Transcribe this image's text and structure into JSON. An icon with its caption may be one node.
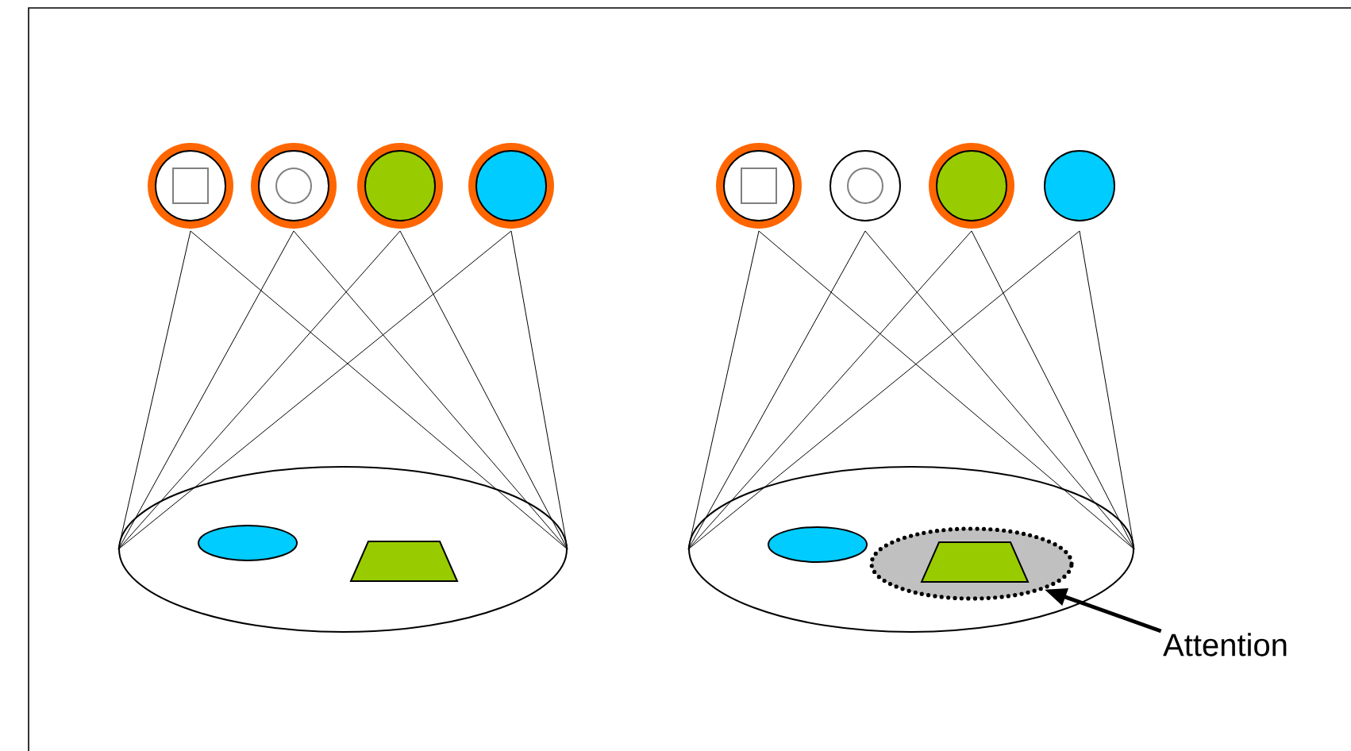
{
  "diagram": {
    "nodes": [
      {
        "text": [],
        "shape": "circle"
      },
      {
        "text": [],
        "shape": "circle"
      },
      {
        "text": [],
        "shape": "circle"
      },
      {
        "text": [],
        "shape": "circle"
      },
      {
        "text": [],
        "shape": "ellipse"
      },
      {
        "text": [],
        "shape": "ellipse",
        "in": 4
      },
      {
        "text": [],
        "shape": "trapezoid",
        "in": 4
      },
      {
        "text": [],
        "shape": "circle"
      },
      {
        "text": [],
        "shape": "circle"
      },
      {
        "text": [],
        "shape": "circle"
      },
      {
        "text": [],
        "shape": "circle"
      },
      {
        "text": [],
        "shape": "ellipse"
      },
      {
        "text": [],
        "shape": "ellipse",
        "in": 11
      },
      {
        "text": [],
        "shape": "ellipse",
        "in": 11
      },
      {
        "text": [],
        "shape": "trapezoid",
        "in": 13
      },
      {
        "text": [
          "Attention"
        ]
      }
    ],
    "edges": [
      {
        "from": 0,
        "to": 4,
        "arrow": "none"
      },
      {
        "from": 0,
        "to": 4,
        "arrow": "none"
      },
      {
        "from": 1,
        "to": 4,
        "arrow": "none"
      },
      {
        "from": 1,
        "to": 4,
        "arrow": "none"
      },
      {
        "from": 2,
        "to": 4,
        "arrow": "none"
      },
      {
        "from": 2,
        "to": 4,
        "arrow": "none"
      },
      {
        "from": 3,
        "to": 4,
        "arrow": "none"
      },
      {
        "from": 3,
        "to": 4,
        "arrow": "none"
      },
      {
        "from": 7,
        "to": 11,
        "arrow": "none"
      },
      {
        "from": 7,
        "to": 11,
        "arrow": "none"
      },
      {
        "from": 8,
        "to": 11,
        "arrow": "none"
      },
      {
        "from": 8,
        "to": 11,
        "arrow": "none"
      },
      {
        "from": 9,
        "to": 11,
        "arrow": "none"
      },
      {
        "from": 9,
        "to": 11,
        "arrow": "none"
      },
      {
        "from": 10,
        "to": 11,
        "arrow": "none"
      },
      {
        "from": 10,
        "to": 11,
        "arrow": "none"
      },
      {
        "from": 15,
        "to": 13,
        "arrow": "to",
        "style": "thick"
      }
    ]
  }
}
